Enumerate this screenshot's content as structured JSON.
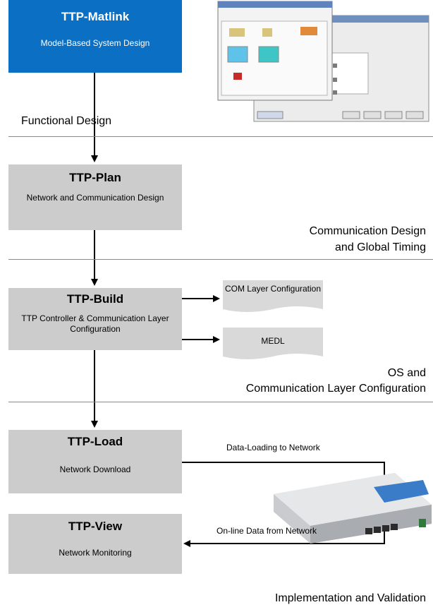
{
  "tools": {
    "matlink": {
      "title": "TTP-Matlink",
      "subtitle": "Model-Based System Design"
    },
    "plan": {
      "title": "TTP-Plan",
      "subtitle": "Network and Communication Design"
    },
    "build": {
      "title": "TTP-Build",
      "subtitle": "TTP Controller & Communication Layer Configuration"
    },
    "load": {
      "title": "TTP-Load",
      "subtitle": "Network Download"
    },
    "view": {
      "title": "TTP-View",
      "subtitle": "Network Monitoring"
    }
  },
  "phases": {
    "functional": "Functional Design",
    "communication_line1": "Communication Design",
    "communication_line2": "and Global Timing",
    "os_line1": "OS and",
    "os_line2": "Communication Layer Configuration",
    "implementation": "Implementation and Validation"
  },
  "documents": {
    "com_layer": "COM Layer Configuration",
    "medl": "MEDL"
  },
  "flows": {
    "download": "Data-Loading to Network",
    "monitor": "On-line Data from Network"
  },
  "colors": {
    "matlink": "#0b6fc3",
    "tool_box": "#cccccc",
    "document": "#d9d9d9"
  }
}
